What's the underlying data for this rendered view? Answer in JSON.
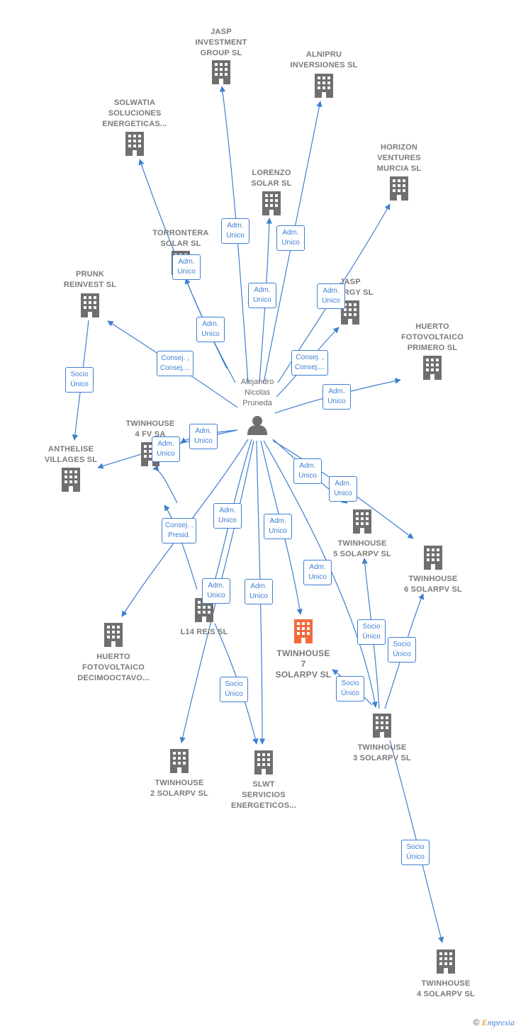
{
  "colors": {
    "edge": "#3f7fd2",
    "building": "#6f6f6f",
    "building_highlight": "#f26a3d",
    "person": "#6f6f6f"
  },
  "person": {
    "name_lines": [
      "Alejandro",
      "Nicolas",
      "Pruneda"
    ],
    "icon": "person-icon"
  },
  "nodes": [
    {
      "id": "jasp_inv",
      "lines": [
        "JASP",
        "INVESTMENT",
        "GROUP  SL"
      ]
    },
    {
      "id": "alnipru",
      "lines": [
        "ALNIPRU",
        "INVERSIONES SL"
      ]
    },
    {
      "id": "solwatia",
      "lines": [
        "SOLWATIA",
        "SOLUCIONES",
        "ENERGETICAS..."
      ]
    },
    {
      "id": "horizon",
      "lines": [
        "HORIZON",
        "VENTURES",
        "MURCIA  SL"
      ]
    },
    {
      "id": "lorenzo",
      "lines": [
        "LORENZO",
        "SOLAR  SL"
      ]
    },
    {
      "id": "torrontera",
      "lines": [
        "TORRONTERA",
        "SOLAR  SL"
      ]
    },
    {
      "id": "prunk",
      "lines": [
        "PRUNK",
        "REINVEST  SL"
      ]
    },
    {
      "id": "jasp_energy",
      "lines": [
        "JASP",
        "ENERGY  SL"
      ]
    },
    {
      "id": "huerto_primero",
      "lines": [
        "HUERTO",
        "FOTOVOLTAICO",
        "PRIMERO  SL"
      ]
    },
    {
      "id": "tw4fv",
      "lines": [
        "TWINHOUSE",
        "4 FV SA"
      ]
    },
    {
      "id": "anthelise",
      "lines": [
        "ANTHELISE",
        "VILLAGES  SL"
      ]
    },
    {
      "id": "tw5",
      "lines": [
        "TWINHOUSE",
        "5 SOLARPV  SL"
      ]
    },
    {
      "id": "tw6",
      "lines": [
        "TWINHOUSE",
        "6 SOLARPV  SL"
      ]
    },
    {
      "id": "l14",
      "lines": [
        "L14 REIS  SL"
      ]
    },
    {
      "id": "huerto_18",
      "lines": [
        "HUERTO",
        "FOTOVOLTAICO",
        "DECIMOOCTAVO..."
      ]
    },
    {
      "id": "tw7",
      "lines": [
        "TWINHOUSE",
        "7",
        "SOLARPV  SL"
      ],
      "highlight": true
    },
    {
      "id": "tw3",
      "lines": [
        "TWINHOUSE",
        "3 SOLARPV  SL"
      ]
    },
    {
      "id": "tw2",
      "lines": [
        "TWINHOUSE",
        "2 SOLARPV  SL"
      ]
    },
    {
      "id": "slwt",
      "lines": [
        "SLWT",
        "SERVICIOS",
        "ENERGETICOS..."
      ]
    },
    {
      "id": "tw4",
      "lines": [
        "TWINHOUSE",
        "4 SOLARPV  SL"
      ]
    }
  ],
  "edge_labels": [
    {
      "id": "e_jasp_inv",
      "lines": [
        "Adm.",
        "Unico"
      ]
    },
    {
      "id": "e_alnipru",
      "lines": [
        "Adm.",
        "Unico"
      ]
    },
    {
      "id": "e_lorenzo",
      "lines": [
        "Adm.",
        "Unico"
      ]
    },
    {
      "id": "e_torrontera",
      "lines": [
        "Adm.",
        "Unico"
      ]
    },
    {
      "id": "e_solwatia",
      "lines": [
        "Adm.",
        "Unico"
      ]
    },
    {
      "id": "e_horizon",
      "lines": [
        "Adm.",
        "Unico"
      ]
    },
    {
      "id": "e_prunk",
      "lines": [
        "Consej. ,",
        "Consej...."
      ]
    },
    {
      "id": "e_jasp_energy",
      "lines": [
        "Consej. ,",
        "Consej...."
      ]
    },
    {
      "id": "e_huerto_primero",
      "lines": [
        "Adm.",
        "Unico"
      ]
    },
    {
      "id": "e_prunk_anthelise",
      "lines": [
        "Socio",
        "Único"
      ]
    },
    {
      "id": "e_anthelise",
      "lines": [
        "Adm.",
        "Unico"
      ]
    },
    {
      "id": "e_tw4fv",
      "lines": [
        "Adm.",
        "Unico"
      ]
    },
    {
      "id": "e_tw5",
      "lines": [
        "Adm.",
        "Unico"
      ]
    },
    {
      "id": "e_tw6",
      "lines": [
        "Adm.",
        "Unico"
      ]
    },
    {
      "id": "e_huerto_18",
      "lines": [
        "Consej. ,",
        "Presid."
      ]
    },
    {
      "id": "e_l14",
      "lines": [
        "Adm.",
        "Unico"
      ]
    },
    {
      "id": "e_tw7",
      "lines": [
        "Adm.",
        "Unico"
      ]
    },
    {
      "id": "e_tw3",
      "lines": [
        "Adm.",
        "Unico"
      ]
    },
    {
      "id": "e_tw2",
      "lines": [
        "Adm.",
        "Unico"
      ]
    },
    {
      "id": "e_slwt",
      "lines": [
        "Adm.",
        "Unico"
      ]
    },
    {
      "id": "e_l14_slwt",
      "lines": [
        "Socio",
        "Único"
      ]
    },
    {
      "id": "e_tw3_tw5",
      "lines": [
        "Socio",
        "Único"
      ]
    },
    {
      "id": "e_tw3_tw6",
      "lines": [
        "Socio",
        "Único"
      ]
    },
    {
      "id": "e_tw3_tw7",
      "lines": [
        "Socio",
        "Único"
      ]
    },
    {
      "id": "e_tw3_tw4",
      "lines": [
        "Socio",
        "Único"
      ]
    }
  ],
  "footer": {
    "copyright": "©",
    "brand_initial": "E",
    "brand_rest": "mpresia"
  }
}
